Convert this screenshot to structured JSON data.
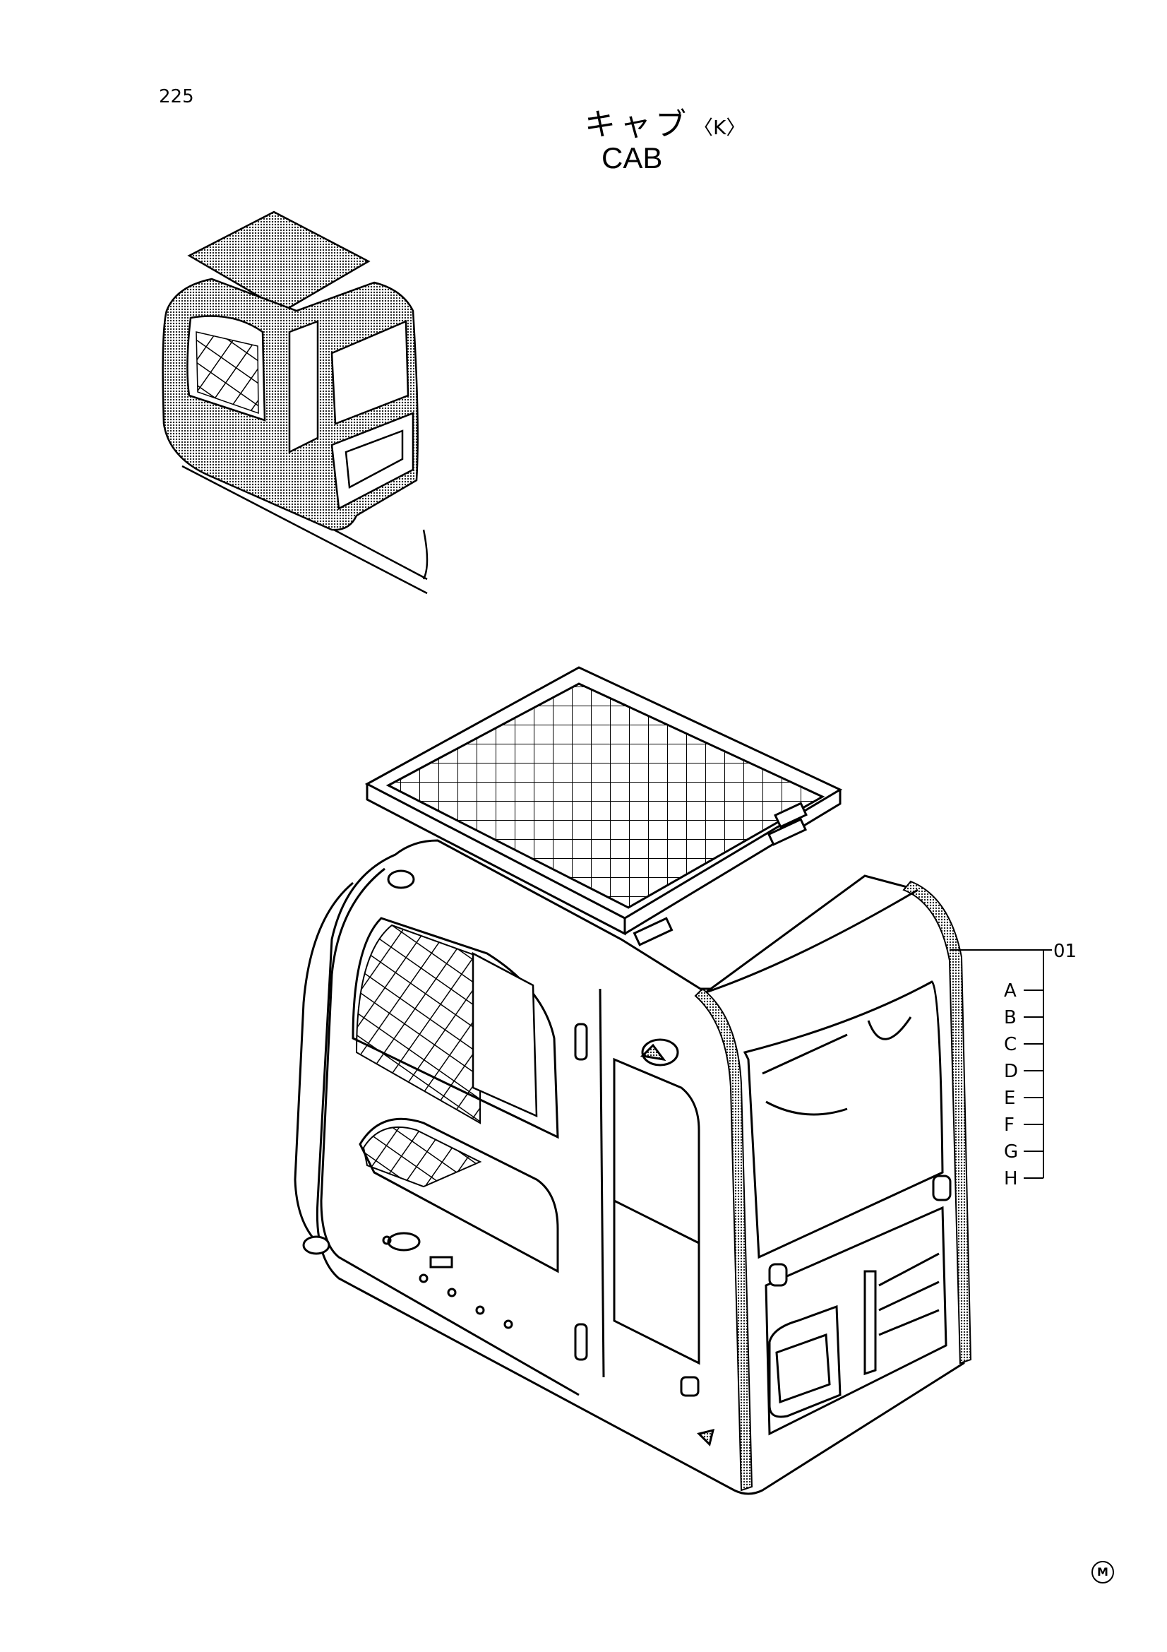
{
  "page": {
    "number": "225",
    "title_jp": "キャブ",
    "variant": "〈K〉",
    "title_en": "CAB",
    "mark": "M"
  },
  "callouts": {
    "part": "01",
    "letters": [
      "A",
      "B",
      "C",
      "D",
      "E",
      "F",
      "G",
      "H"
    ]
  }
}
